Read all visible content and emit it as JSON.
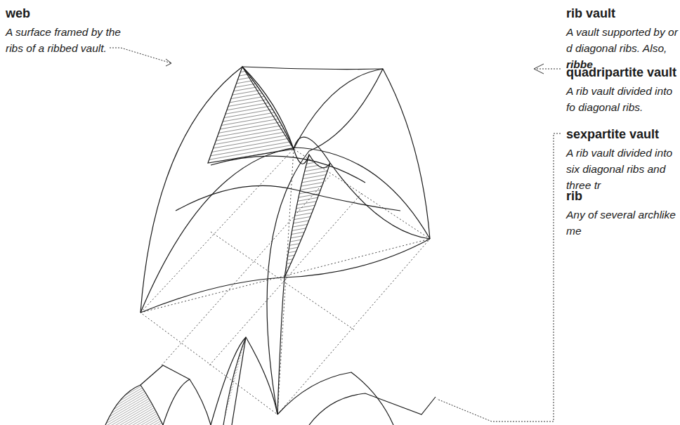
{
  "diagram": {
    "labels": [
      "web",
      "A surface framed by the ribs of a ribbed vault.",
      "rib vault",
      "A vault supported by or d diagonal ribs. Also,",
      "ribbe",
      "quadripartite vault",
      "A rib vault divided into fo diagonal ribs.",
      "sexpartite vault",
      "A rib vault divided into six diagonal ribs and three tr",
      "rib",
      "Any of several archlike me"
    ]
  }
}
